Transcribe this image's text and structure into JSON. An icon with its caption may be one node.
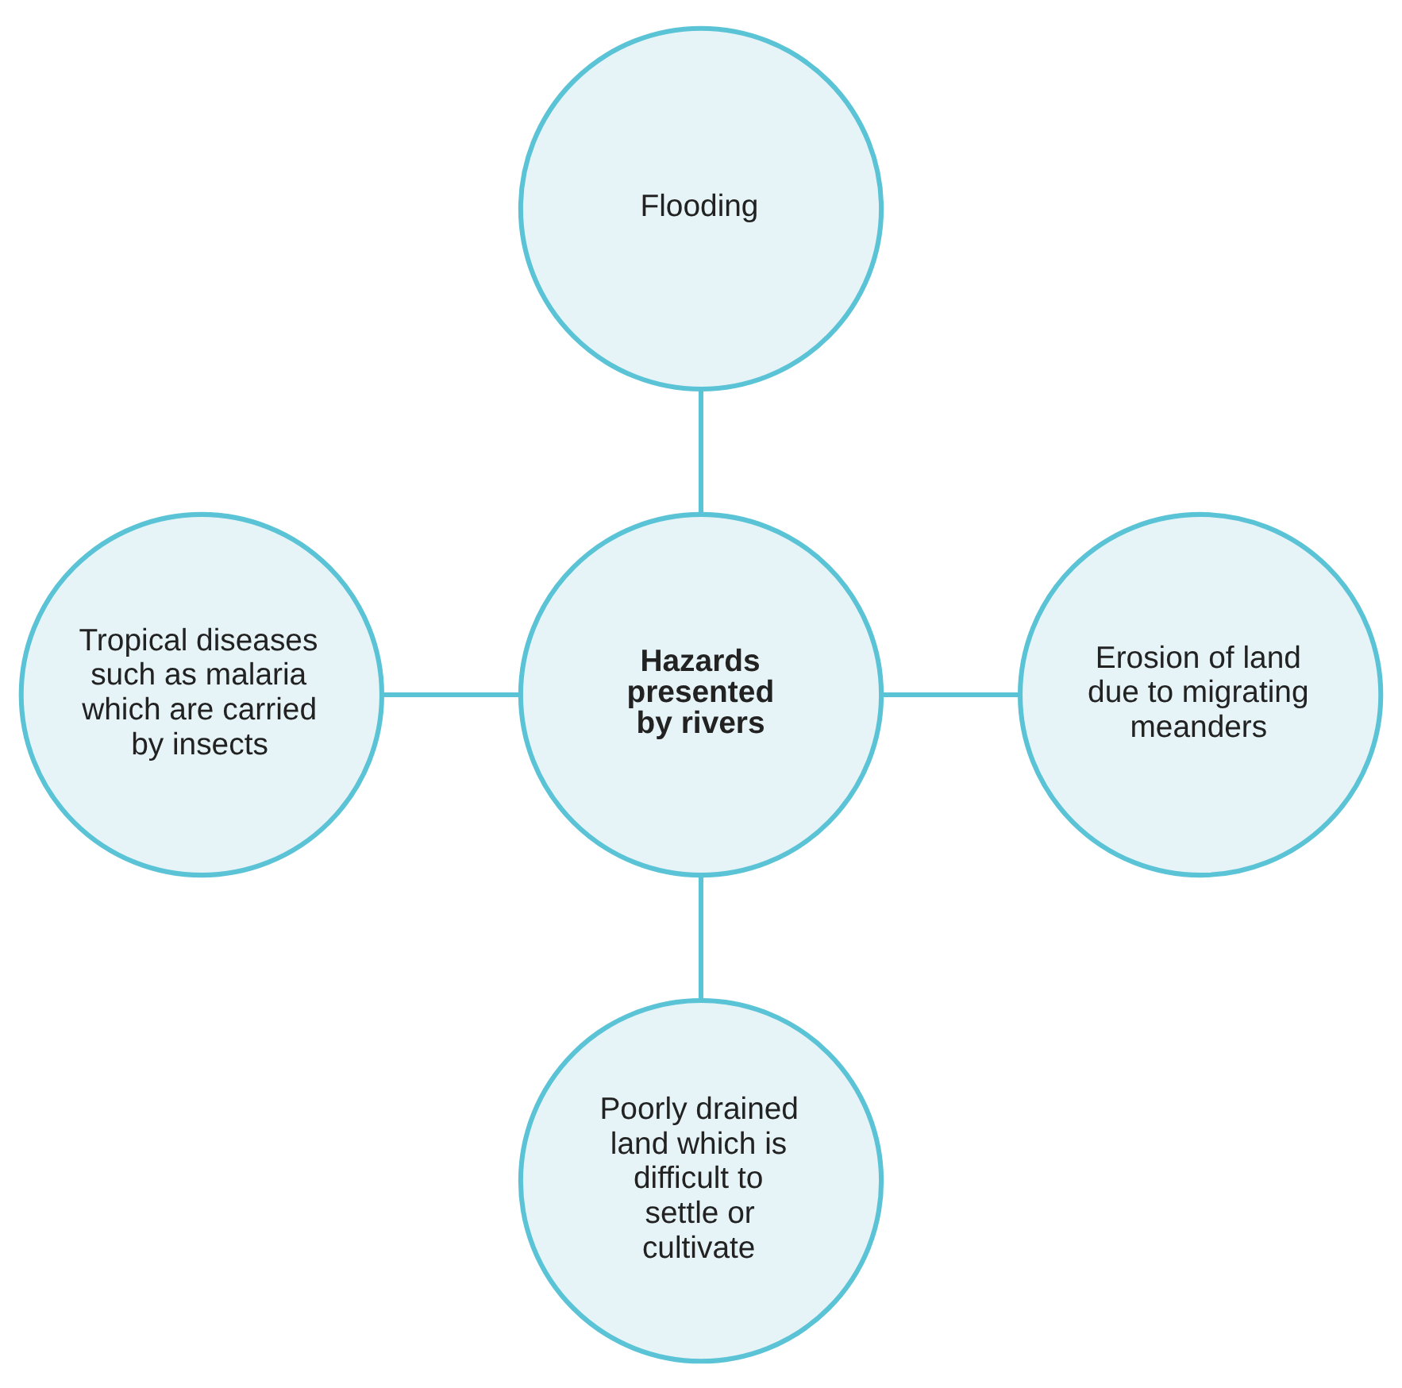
{
  "diagram": {
    "nodes": [
      {
        "text": [
          "Flooding"
        ]
      },
      {
        "text": [
          "Tropical diseases such as malaria which are carried by insects"
        ]
      },
      {
        "text": [
          "Hazards presented by rivers"
        ]
      },
      {
        "text": [
          "Erosion of land due to migrating meanders"
        ]
      },
      {
        "text": [
          "Poorly drained land which is difficult to settle or cultivate"
        ]
      }
    ],
    "edges": [
      {
        "from": 0,
        "to": 2,
        "arrow": "none"
      },
      {
        "from": 1,
        "to": 2,
        "arrow": "none"
      },
      {
        "from": 2,
        "to": 3,
        "arrow": "none"
      },
      {
        "from": 2,
        "to": 4,
        "arrow": "none"
      }
    ]
  }
}
